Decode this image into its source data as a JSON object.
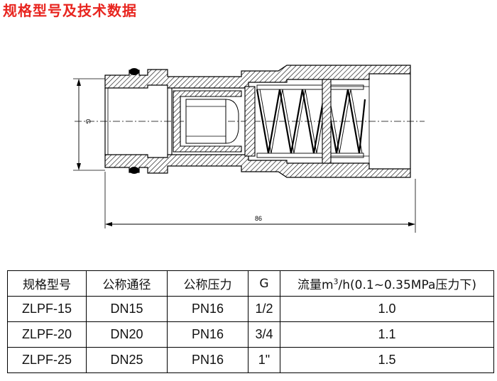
{
  "title": "规格型号及技术数据",
  "drawing": {
    "dimension_length": "86",
    "dimension_diameter": "G"
  },
  "table": {
    "headers": {
      "model": "规格型号",
      "nominal_diameter": "公称通径",
      "nominal_pressure": "公称压力",
      "thread": "G",
      "flow_prefix": "流量m",
      "flow_exp": "3",
      "flow_suffix": "/h(0.1~0.35MPa压力下)"
    },
    "rows": [
      {
        "model": "ZLPF-15",
        "dn": "DN15",
        "pn": "PN16",
        "g": "1/2",
        "flow": "1.0"
      },
      {
        "model": "ZLPF-20",
        "dn": "DN20",
        "pn": "PN16",
        "g": "3/4",
        "flow": "1.1"
      },
      {
        "model": "ZLPF-25",
        "dn": "DN25",
        "pn": "PN16",
        "g": "1\"",
        "flow": "1.5"
      }
    ]
  }
}
